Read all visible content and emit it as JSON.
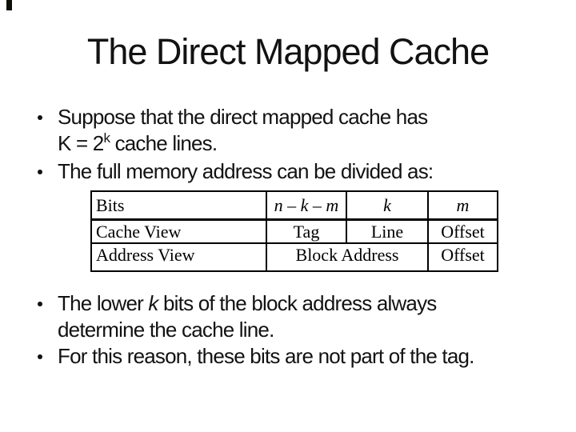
{
  "colors": {
    "background": "#ffffff",
    "text": "#121212",
    "table_border": "#000000",
    "corner_mark": "#0b0f04"
  },
  "slide": {
    "title": "The Direct Mapped Cache",
    "bullets_top": {
      "b1_line1": "Suppose that the direct mapped cache has",
      "b1_line2_pre": "K = 2",
      "b1_line2_sup": "k",
      "b1_line2_post": " cache lines.",
      "b2": "The full memory address can be divided as:"
    },
    "table": {
      "r1c1": "Bits",
      "r1c2": "n – k – m",
      "r1c3": "k",
      "r1c4": "m",
      "r2c1": "Cache View",
      "r2c2": "Tag",
      "r2c3": "Line",
      "r2c4": "Offset",
      "r3c1": "Address View",
      "r3c23": "Block Address",
      "r3c4": "Offset"
    },
    "bullets_bottom": {
      "b3_line1_pre": "The lower ",
      "b3_line1_italic": "k",
      "b3_line1_post": " bits of the block address always",
      "b3_line2": "determine the cache line.",
      "b4": "For this reason, these bits are not part of the tag."
    }
  }
}
